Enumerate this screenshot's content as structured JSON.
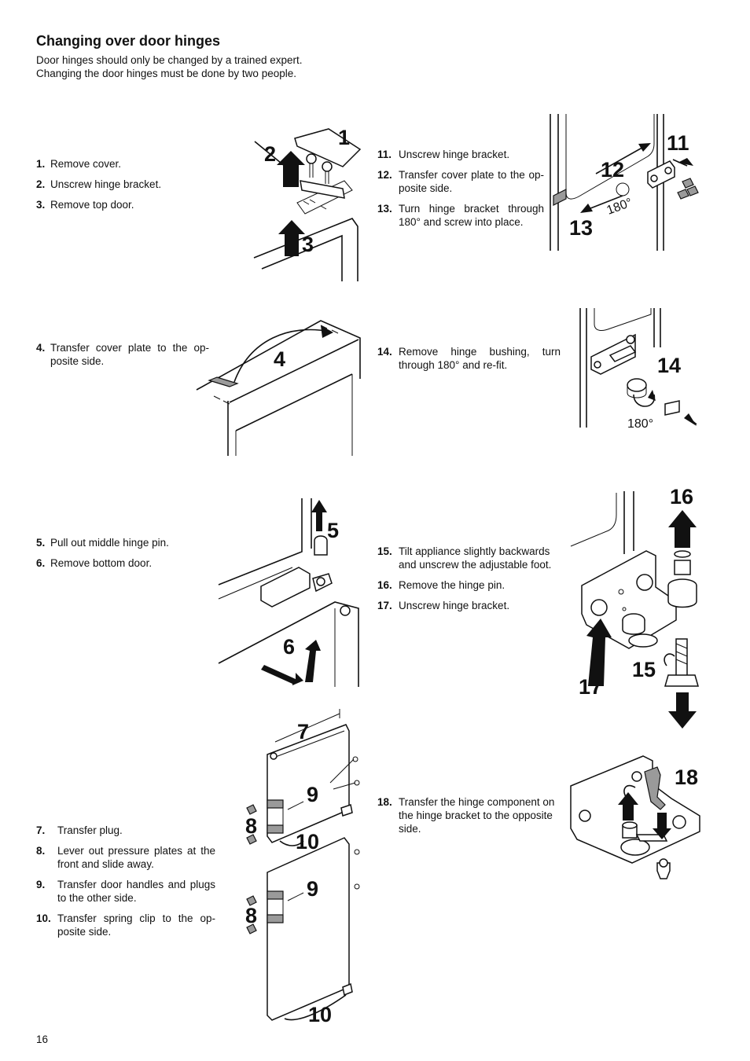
{
  "header": {
    "title": "Changing over door hinges",
    "intro_line1": "Door hinges should only be changed by a trained expert.",
    "intro_line2": "Changing the door hinges must be done by two people."
  },
  "groups": {
    "g1": [
      {
        "num": "1.",
        "text": "Remove cover."
      },
      {
        "num": "2.",
        "text": "Unscrew hinge bracket."
      },
      {
        "num": "3.",
        "text": "Remove top door."
      }
    ],
    "g4": [
      {
        "num": "4.",
        "text": "Transfer cover plate to the op-posite side."
      }
    ],
    "g5": [
      {
        "num": "5.",
        "text": "Pull out middle hinge pin."
      },
      {
        "num": "6.",
        "text": "Remove bottom door."
      }
    ],
    "g7": [
      {
        "num": "7.",
        "text": "Transfer plug."
      },
      {
        "num": "8.",
        "text": "Lever out pressure plates at the front and slide away."
      },
      {
        "num": "9.",
        "text": "Transfer door handles and plugs to the other side."
      },
      {
        "num": "10.",
        "text": "Transfer spring clip to the op-posite side."
      }
    ],
    "g11": [
      {
        "num": "11.",
        "text": "Unscrew hinge bracket."
      },
      {
        "num": "12.",
        "text": "Transfer cover plate to the op-posite side."
      },
      {
        "num": "13.",
        "text": "Turn hinge bracket through 180° and screw into place."
      }
    ],
    "g14": [
      {
        "num": "14.",
        "text": "Remove hinge bushing, turn through 180° and re-fit."
      }
    ],
    "g15": [
      {
        "num": "15.",
        "text": "Tilt appliance slightly backwards and unscrew the adjustable foot."
      },
      {
        "num": "16.",
        "text": "Remove the hinge pin."
      },
      {
        "num": "17.",
        "text": "Unscrew hinge bracket."
      }
    ],
    "g18": [
      {
        "num": "18.",
        "text": "Transfer the hinge component on the hinge bracket to the opposite side."
      }
    ]
  },
  "figures": {
    "fig1": {
      "a": "1",
      "b": "2",
      "c": "3"
    },
    "fig4": {
      "a": "4"
    },
    "fig5": {
      "a": "5",
      "b": "6"
    },
    "fig7": {
      "a": "7",
      "b": "8",
      "c": "9",
      "d": "10",
      "e": "8",
      "f": "9",
      "g": "10"
    },
    "fig11": {
      "a": "11",
      "b": "12",
      "c": "13",
      "d": "180°"
    },
    "fig14": {
      "a": "14",
      "b": "180°"
    },
    "fig15": {
      "a": "16",
      "b": "15",
      "c": "17"
    },
    "fig18": {
      "a": "18"
    }
  },
  "footer": {
    "page_number": "16"
  }
}
